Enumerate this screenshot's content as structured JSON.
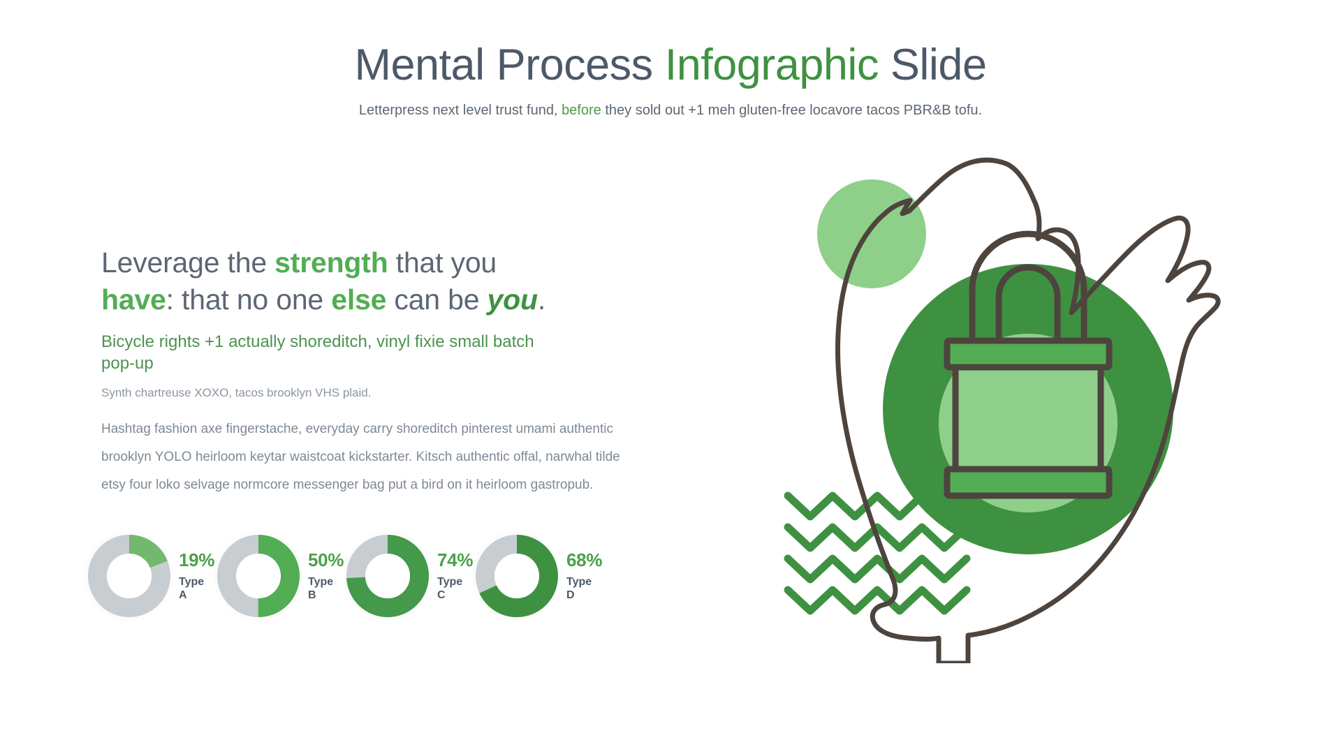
{
  "header": {
    "title_part1": "Mental Process ",
    "title_part2": "Infographic",
    "title_part3": " Slide",
    "subtitle_part1": "Letterpress next level trust fund, ",
    "subtitle_part2": "before",
    "subtitle_part3": " they sold out +1 meh gluten-free locavore tacos PBR&B tofu."
  },
  "left": {
    "headline": {
      "l1_a": "Leverage the ",
      "l1_b": "strength",
      "l1_c": " that you",
      "l2_a": "have",
      "l2_b": ": that no one ",
      "l2_c": "else",
      "l2_d": " can be ",
      "l2_e": "you",
      "l2_f": "."
    },
    "green_lead": "Bicycle rights +1 actually shoreditch, vinyl fixie small batch pop-up",
    "small_note": "Synth chartreuse XOXO, tacos brooklyn VHS plaid.",
    "body_copy": "Hashtag fashion axe fingerstache, everyday carry shoreditch pinterest umami authentic brooklyn YOLO heirloom keytar waistcoat kickstarter. Kitsch authentic offal, narwhal tilde etsy four loko selvage normcore messenger bag put a bird on it heirloom gastropub."
  },
  "chart_data": {
    "type": "pie",
    "title": "",
    "chart_style": "donut-gauge-row",
    "categories": [
      "Type A",
      "Type B",
      "Type C",
      "Type D"
    ],
    "values": [
      19,
      50,
      74,
      68
    ],
    "value_labels": [
      "19%",
      "50%",
      "74%",
      "68%"
    ],
    "unit": "%",
    "ylim": [
      0,
      100
    ],
    "track_color": "#c7cdd1",
    "fill_colors": [
      "#72b96e",
      "#52ad54",
      "#45994a",
      "#3f9142"
    ],
    "hole_color": "#ffffff",
    "legend": "inline-right"
  },
  "illustration": {
    "head_outline_name": "human-head-profile-outline",
    "lock_name": "padlock-icon",
    "colors": {
      "outline": "#4e443e",
      "circle_dark_green": "#3f9142",
      "circle_light_green": "#8ed08a",
      "accent_circle": "#8ed08a",
      "lock_body": "#8ed08a",
      "lock_band": "#52ad54",
      "zigzag": "#3f9142"
    },
    "zigzag_rows": 4
  }
}
